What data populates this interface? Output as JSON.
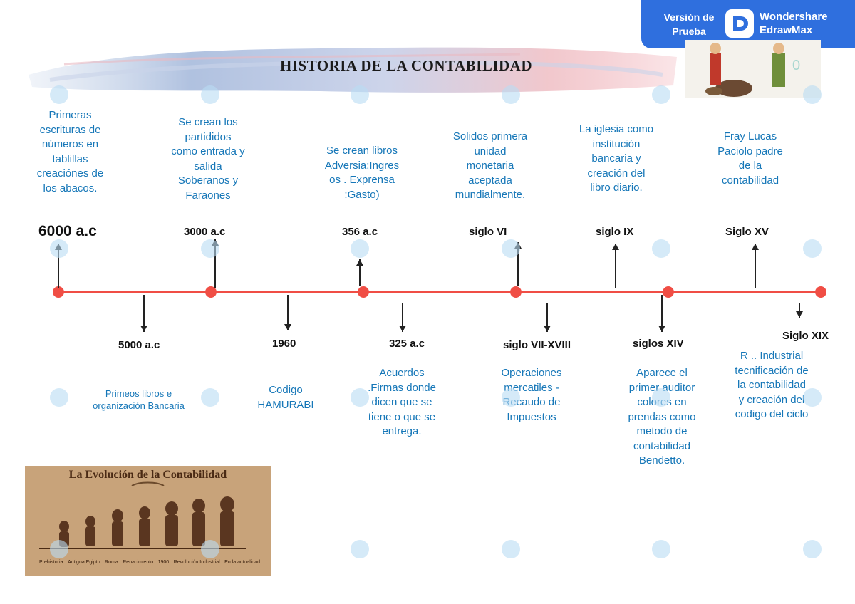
{
  "header": {
    "title": "HISTORIA DE LA CONTABILIDAD"
  },
  "badge": {
    "trial_line1": "Versión de",
    "trial_line2": "Prueba",
    "brand_line1": "Wondershare",
    "brand_line2": "EdrawMax"
  },
  "timeline": {
    "line_color": "#f04e45",
    "arrow_color": "#222222",
    "text_color": "#1677b8",
    "top_events": [
      {
        "date": "6000 a.c",
        "lines": [
          "Primeras",
          "escrituras de",
          "números en",
          "tablillas",
          "creaciónes de",
          "los abacos."
        ]
      },
      {
        "date": "3000 a.c",
        "lines": [
          "Se crean los",
          "partididos",
          "como entrada y",
          "salida",
          "Soberanos y",
          "Faraones"
        ]
      },
      {
        "date": "356 a.c",
        "lines": [
          "Se crean libros",
          "Adversia:Ingres",
          "os . Exprensa",
          ":Gasto)"
        ]
      },
      {
        "date": "siglo VI",
        "lines": [
          "Solidos primera",
          "unidad",
          "monetaria",
          "aceptada",
          "mundialmente."
        ]
      },
      {
        "date": "siglo IX",
        "lines": [
          "La iglesia como",
          "institución",
          "bancaria y",
          "creación del",
          "libro diario."
        ]
      },
      {
        "date": "Siglo XV",
        "lines": [
          "Fray Lucas",
          "Paciolo padre",
          "de la",
          "contabilidad"
        ]
      }
    ],
    "bottom_events": [
      {
        "date": "5000 a.c",
        "lines": [
          "Primeos libros e",
          "organización Bancaria"
        ]
      },
      {
        "date": "1960",
        "lines": [
          "Codigo",
          "HAMURABI"
        ]
      },
      {
        "date": "325 a.c",
        "lines": [
          "Acuerdos",
          ".Firmas donde",
          "dicen que se",
          "tiene o que se",
          "entrega."
        ]
      },
      {
        "date": "siglo VII-XVIII",
        "lines": [
          "Operaciones",
          "mercatiles -",
          "Recaudo de",
          "Impuestos"
        ]
      },
      {
        "date": "siglos XIV",
        "lines": [
          "Aparece el",
          "primer auditor",
          "colores en",
          "prendas como",
          "metodo de",
          "contabilidad",
          "Bendetto."
        ]
      },
      {
        "date": "Siglo XIX",
        "lines": [
          "R .. Industrial",
          "tecnificación de",
          "la contabilidad",
          "y creación del",
          "codigo del ciclo"
        ]
      }
    ]
  },
  "evolution_image": {
    "title": "La Evolución de la Contabilidad",
    "stages": [
      "Prehistoria",
      "Antigua Egipto",
      "Roma",
      "Renacimiento",
      "1900",
      "Revolución Industrial",
      "En la actualidad"
    ]
  }
}
